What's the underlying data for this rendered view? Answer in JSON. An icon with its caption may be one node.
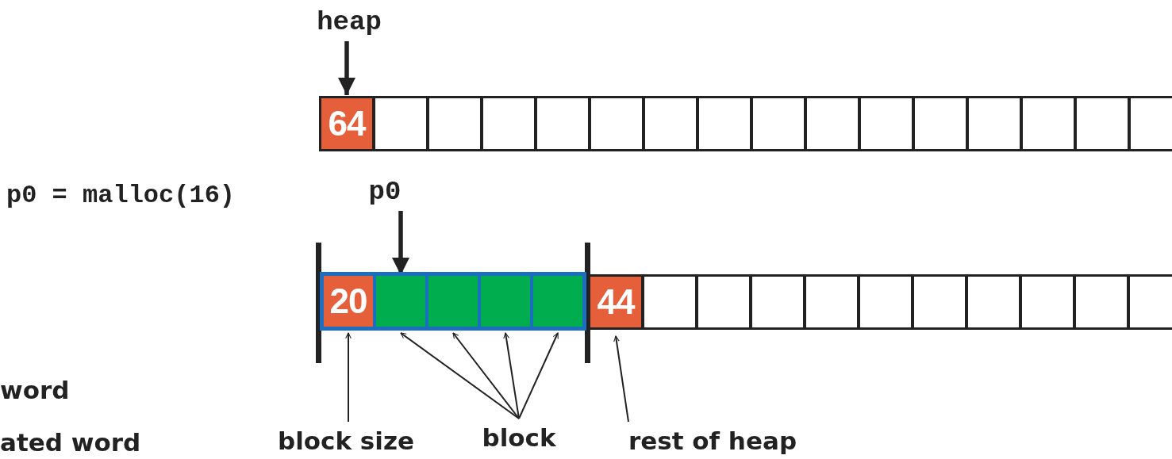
{
  "diagram": {
    "nodes": [
      {
        "text": [
          "heap"
        ]
      },
      {
        "text": [
          "64"
        ]
      },
      {
        "text": [],
        "shape": "box"
      },
      {
        "text": [],
        "shape": "box"
      },
      {
        "text": [],
        "shape": "box"
      },
      {
        "text": [],
        "shape": "box"
      },
      {
        "text": [],
        "shape": "box"
      },
      {
        "text": [],
        "shape": "box"
      },
      {
        "text": [],
        "shape": "box"
      },
      {
        "text": [],
        "shape": "box"
      },
      {
        "text": [],
        "shape": "box"
      },
      {
        "text": [],
        "shape": "box"
      },
      {
        "text": [],
        "shape": "box"
      },
      {
        "text": [],
        "shape": "box"
      },
      {
        "text": [],
        "shape": "box"
      },
      {
        "text": [],
        "shape": "box"
      },
      {
        "text": [],
        "shape": "box"
      },
      {
        "text": [
          "p0"
        ]
      },
      {
        "text": [],
        "shape": "box"
      },
      {
        "text": [
          "20"
        ],
        "in": 18
      },
      {
        "text": [],
        "shape": "box",
        "in": 18
      },
      {
        "text": [],
        "shape": "box",
        "in": 18
      },
      {
        "text": [],
        "shape": "box",
        "in": 18
      },
      {
        "text": [],
        "shape": "box",
        "in": 18
      },
      {
        "text": [
          "44"
        ]
      },
      {
        "text": [],
        "shape": "box"
      },
      {
        "text": [],
        "shape": "box"
      },
      {
        "text": [],
        "shape": "box"
      },
      {
        "text": [],
        "shape": "box"
      },
      {
        "text": [],
        "shape": "box"
      },
      {
        "text": [],
        "shape": "box"
      },
      {
        "text": [],
        "shape": "box"
      },
      {
        "text": [],
        "shape": "box"
      },
      {
        "text": [],
        "shape": "box"
      },
      {
        "text": [],
        "shape": "box"
      },
      {
        "text": [
          "block size"
        ]
      },
      {
        "text": [
          "block"
        ]
      },
      {
        "text": [
          "rest of heap"
        ]
      }
    ],
    "edges": [
      {
        "from": 0,
        "to": 1,
        "arrow": "to",
        "style": "thick"
      },
      {
        "from": 17,
        "to": 20,
        "arrow": "to",
        "style": "thick"
      },
      {
        "from": 35,
        "to": 19,
        "arrow": "to"
      },
      {
        "from": 36,
        "to": 20,
        "arrow": "to"
      },
      {
        "from": 36,
        "to": 21,
        "arrow": "to"
      },
      {
        "from": 36,
        "to": 22,
        "arrow": "to"
      },
      {
        "from": 36,
        "to": 23,
        "arrow": "to"
      },
      {
        "from": 37,
        "to": 24,
        "arrow": "to"
      }
    ],
    "labels": [
      "p0 = malloc(16)",
      "word",
      "ated word"
    ]
  }
}
